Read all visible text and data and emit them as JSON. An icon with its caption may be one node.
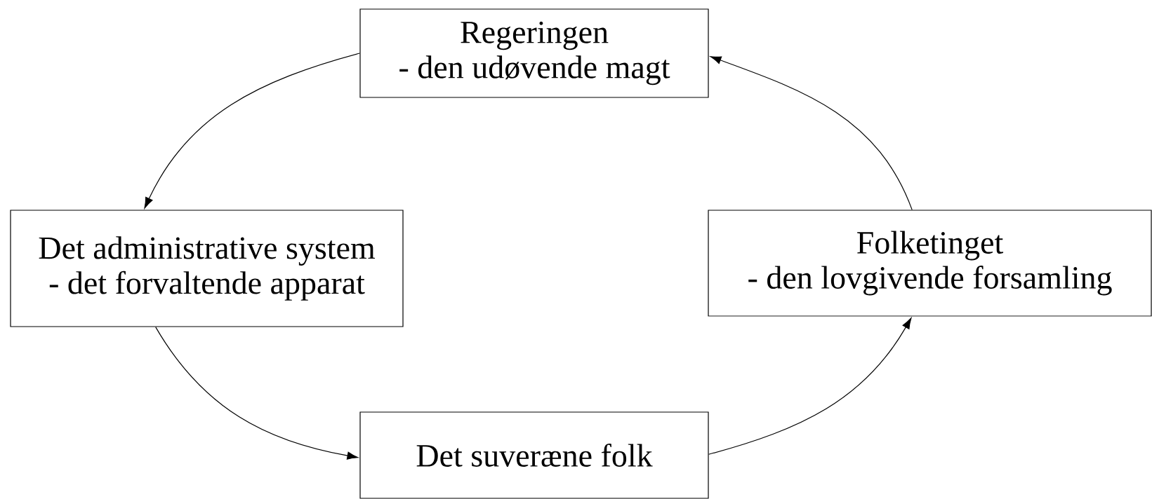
{
  "diagram": {
    "nodes": [
      {
        "text": [
          "Regeringen",
          "- den udøvende magt"
        ]
      },
      {
        "text": [
          "Det administrative system",
          "- det forvaltende apparat"
        ]
      },
      {
        "text": [
          "Folketinget",
          "- den lovgivende forsamling"
        ]
      },
      {
        "text": [
          "Det suveræne folk"
        ]
      }
    ],
    "edges": [
      {
        "from": 0,
        "to": 1,
        "arrow": "to"
      },
      {
        "from": 1,
        "to": 3,
        "arrow": "to"
      },
      {
        "from": 3,
        "to": 2,
        "arrow": "to"
      },
      {
        "from": 2,
        "to": 0,
        "arrow": "to"
      }
    ]
  }
}
